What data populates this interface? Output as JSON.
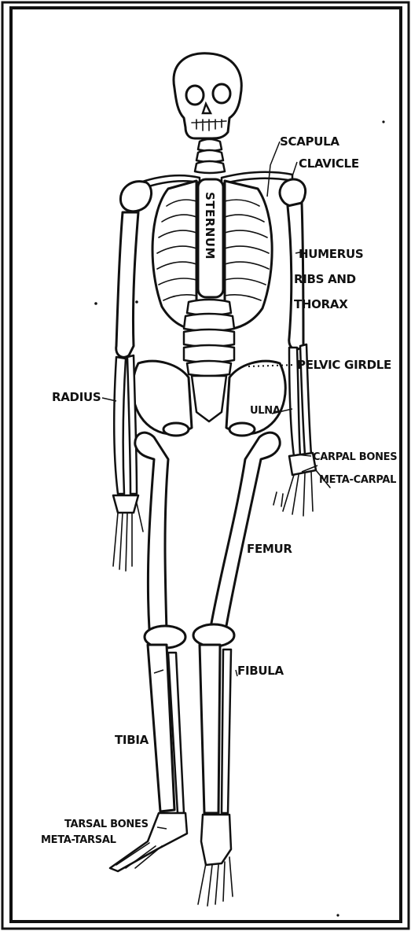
{
  "labels": {
    "scapula": "SCAPULA",
    "clavicle": "CLAVICLE",
    "humerus": "HUMERUS",
    "ribs_and": "RIBS AND",
    "thorax": "THORAX",
    "pelvic_girdle": "PELVIC GIRDLE",
    "radius": "RADIUS",
    "ulna": "ULNA",
    "carpal_bones": "CARPAL BONES",
    "meta_carpal": "META-CARPAL",
    "femur": "FEMUR",
    "fibula": "FIBULA",
    "tibia": "TIBIA",
    "tarsal_bones": "TARSAL BONES",
    "meta_tarsal": "META-TARSAL",
    "sternum": "STERNUM"
  },
  "colors": {
    "ink": "#111111",
    "paper": "#ffffff"
  }
}
